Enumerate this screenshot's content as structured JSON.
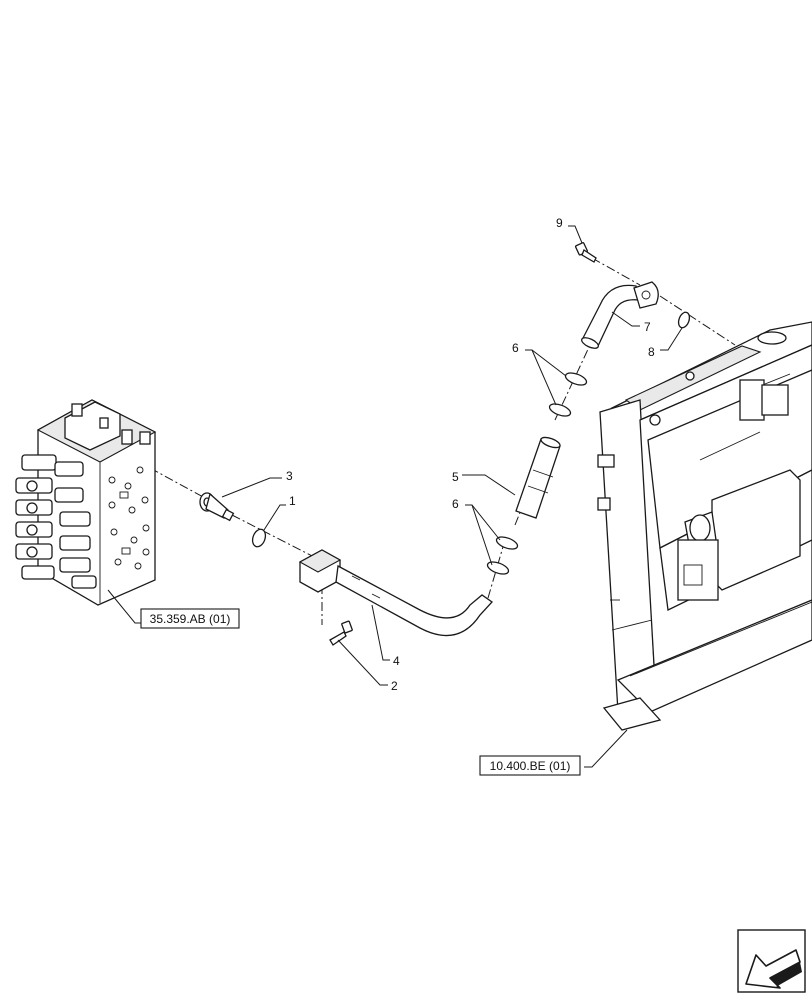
{
  "callouts": {
    "c1": "1",
    "c2": "2",
    "c3": "3",
    "c4": "4",
    "c5": "5",
    "c6a": "6",
    "c6b": "6",
    "c7": "7",
    "c8": "8",
    "c9": "9"
  },
  "references": {
    "valve": "35.359.AB (01)",
    "radiator": "10.400.BE (01)"
  },
  "icons": {
    "navigation": "arrow-previous-icon"
  }
}
